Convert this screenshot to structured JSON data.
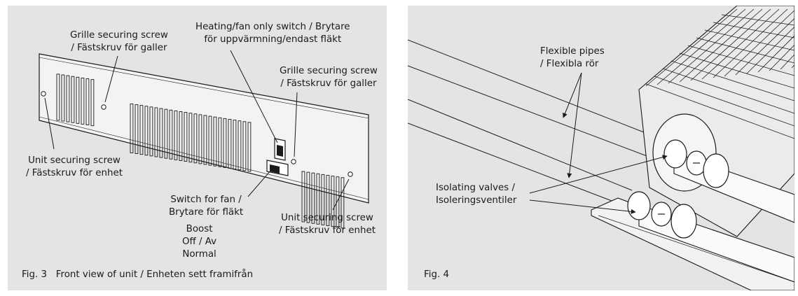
{
  "fig3": {
    "caption_number": "Fig. 3",
    "caption_text": "Front view of unit / Enheten sett framifrån",
    "labels": {
      "grille_screw_left": [
        "Grille securing screw",
        "/ Fästskruv för galler"
      ],
      "heating_switch": [
        "Heating/fan only switch / Brytare",
        "för uppvärmning/endast fläkt"
      ],
      "grille_screw_right": [
        "Grille securing screw",
        "/ Fästskruv för galler"
      ],
      "unit_screw_left": [
        "Unit securing screw",
        "/ Fästskruv för enhet"
      ],
      "fan_switch": [
        "Switch for fan /",
        "Brytare för fläkt"
      ],
      "fan_switch_positions": [
        "Boost",
        "Off / Av",
        "Normal"
      ],
      "unit_screw_right": [
        "Unit securing screw",
        "/ Fästskruv för enhet"
      ]
    }
  },
  "fig4": {
    "caption_number": "Fig. 4",
    "labels": {
      "flexible_pipes": [
        "Flexible pipes",
        "/ Flexibla rör"
      ],
      "isolating_valves": [
        "Isolating valves /",
        "Isoleringsventiler"
      ]
    }
  },
  "colors": {
    "panel_bg": "#e4e4e4",
    "line": "#1a1a1a",
    "device_fill": "#f3f3f3"
  }
}
